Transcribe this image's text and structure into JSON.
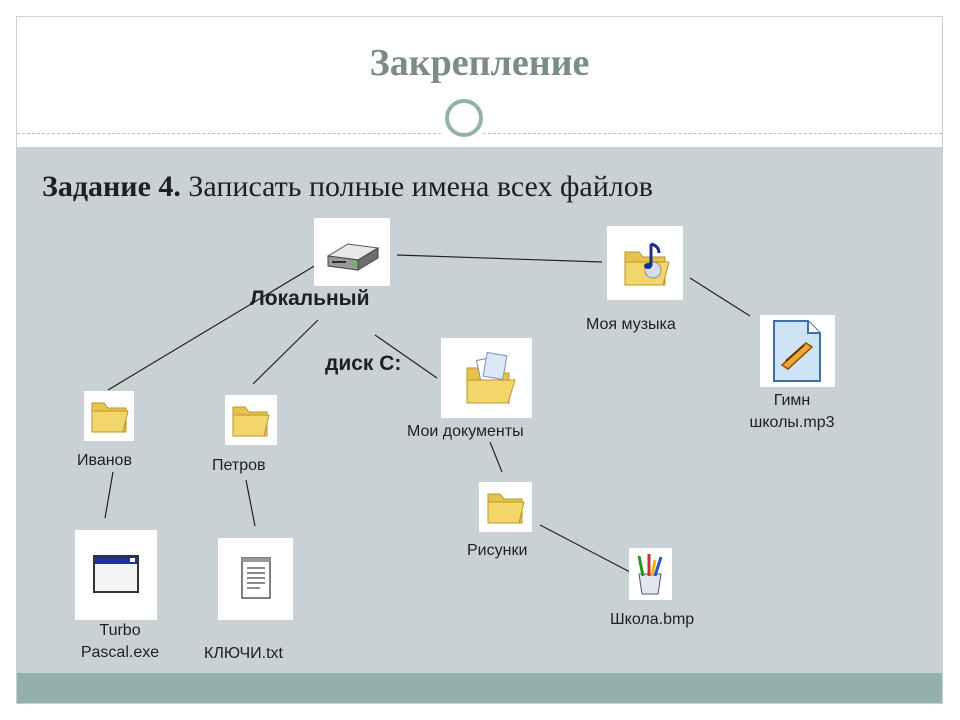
{
  "slide": {
    "title": "Закрепление",
    "task_bold": "Задание 4.",
    "task_text": " Записать полные имена всех файлов"
  },
  "tree": {
    "drive_line1": "Локальный",
    "drive_line2": "диск С:",
    "music": "Моя музыка",
    "anthem_line1": "Гимн",
    "anthem_line2": "школы.mp3",
    "documents": "Мои документы",
    "pictures": "Рисунки",
    "school_bmp": "Школа.bmp",
    "ivanov": "Иванов",
    "petrov": "Петров",
    "turbo_line1": "Turbo",
    "turbo_line2": "Pascal.exe",
    "keys_txt": "КЛЮЧИ.txt"
  },
  "colors": {
    "title": "#7b8b89",
    "content_bg": "#c9d1d5",
    "footer_bg": "#94b0ad",
    "folder": "#f3d66a"
  },
  "icons": [
    "drive-icon",
    "music-folder-icon",
    "mp3-file-icon",
    "documents-folder-icon",
    "folder-icon",
    "exe-window-icon",
    "text-file-icon",
    "paint-file-icon"
  ]
}
